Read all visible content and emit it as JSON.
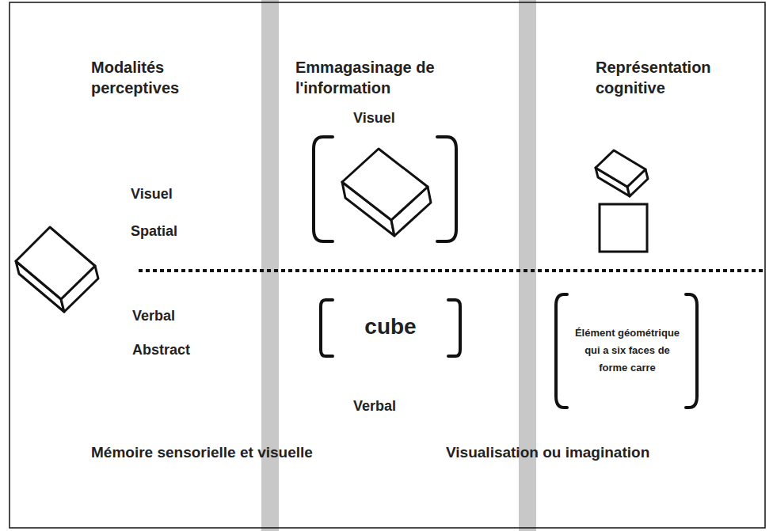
{
  "diagram": {
    "labels": [
      "Modalités perceptives",
      "Emmagasinage de l'information",
      "Représentation cognitive",
      "Visuel",
      "Visuel",
      "Spatial",
      "Verbal",
      "Abstract",
      "cube",
      "Élément géométrique qui a six faces de forme carre",
      "Verbal",
      "Mémoire sensorielle et visuelle",
      "Visualisation ou imagination"
    ]
  }
}
